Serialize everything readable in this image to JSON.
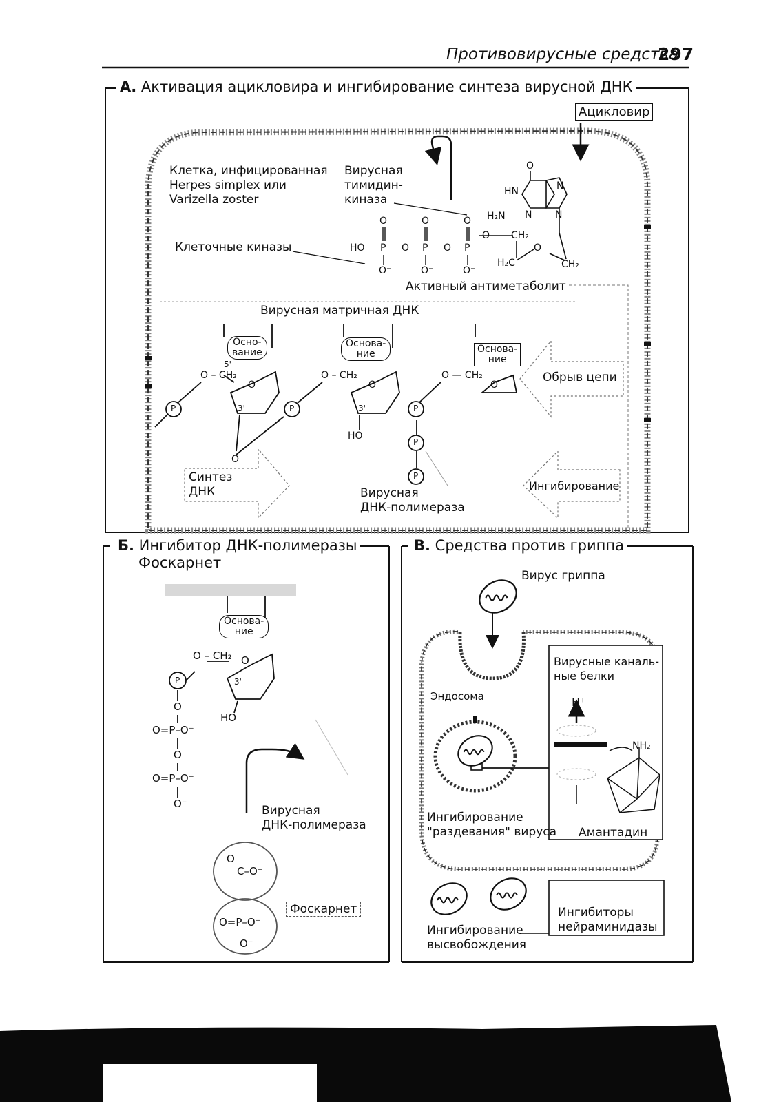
{
  "header": {
    "title": "Противовирусные средства",
    "page_number": "297"
  },
  "section_a": {
    "letter": "А.",
    "title": "Активация ацикловира и ингибирование синтеза вирусной ДНК",
    "drug_box": "Ацикловир",
    "cell_label": [
      "Клетка, инфицированная",
      "Herpes simplex или",
      "Varizella zoster"
    ],
    "viral_kinase": [
      "Вирусная",
      "тимидин-",
      "киназа"
    ],
    "cell_kinases": "Клеточные киназы",
    "active_metabolite": "Активный антиметаболит",
    "template_dna": "Вирусная матричная ДНК",
    "base_1": [
      "Осно-",
      "вание"
    ],
    "base_2": [
      "Основа-",
      "ние"
    ],
    "base_3": [
      "Основа-",
      "ние"
    ],
    "chain_break": "Обрыв цепи",
    "dna_synthesis": [
      "Синтез",
      "ДНК"
    ],
    "viral_polymerase": [
      "Вирусная",
      "ДНК-полимераза"
    ],
    "inhibition": "Ингибирование",
    "chem": {
      "O": "O",
      "HN": "HN",
      "N": "N",
      "H2N": "H₂N",
      "HO": "HO",
      "Ominus": "O⁻",
      "CH2": "CH₂",
      "H2C": "H₂C",
      "P": "P",
      "O_CH2": "O – CH₂",
      "O_CH2_short": "O — CH₂",
      "five_prime": "5'",
      "three_prime": "3'",
      "phosphate": "P"
    }
  },
  "section_b": {
    "letter": "Б.",
    "title": [
      "Ингибитор ДНК-полимеразы",
      "Фоскарнет"
    ],
    "base": [
      "Основа-",
      "ние"
    ],
    "viral_polymerase": [
      "Вирусная",
      "ДНК-полимераза"
    ],
    "foscarnet_label": "Фоскарнет",
    "chem": {
      "OP": "O=P–O⁻",
      "O": "O",
      "Ominus": "O⁻",
      "HO": "HO",
      "C_O": "C–O⁻"
    }
  },
  "section_c": {
    "letter": "В.",
    "title": "Средства против гриппа",
    "flu_virus": "Вирус гриппа",
    "endosome": "Эндосома",
    "channel_proteins": [
      "Вирусные каналь-",
      "ные белки"
    ],
    "h_plus": "H⁺",
    "nh2": "NH₂",
    "uncoating_inhibition": [
      "Ингибирование",
      "\"раздевания\" вируса"
    ],
    "amantadine": "Амантадин",
    "release_inhibition": [
      "Ингибирование",
      "высвобождения"
    ],
    "neuraminidase_inhibitors": [
      "Ингибиторы",
      "нейраминидазы"
    ]
  },
  "colors": {
    "ink": "#111111",
    "paper": "#ffffff",
    "gray": "#8a8a8a",
    "light": "#cfcfcf"
  },
  "icons": [
    "phosphate-circle-icon",
    "virus-icon",
    "arrow-down-icon",
    "block-arrow-icon"
  ]
}
